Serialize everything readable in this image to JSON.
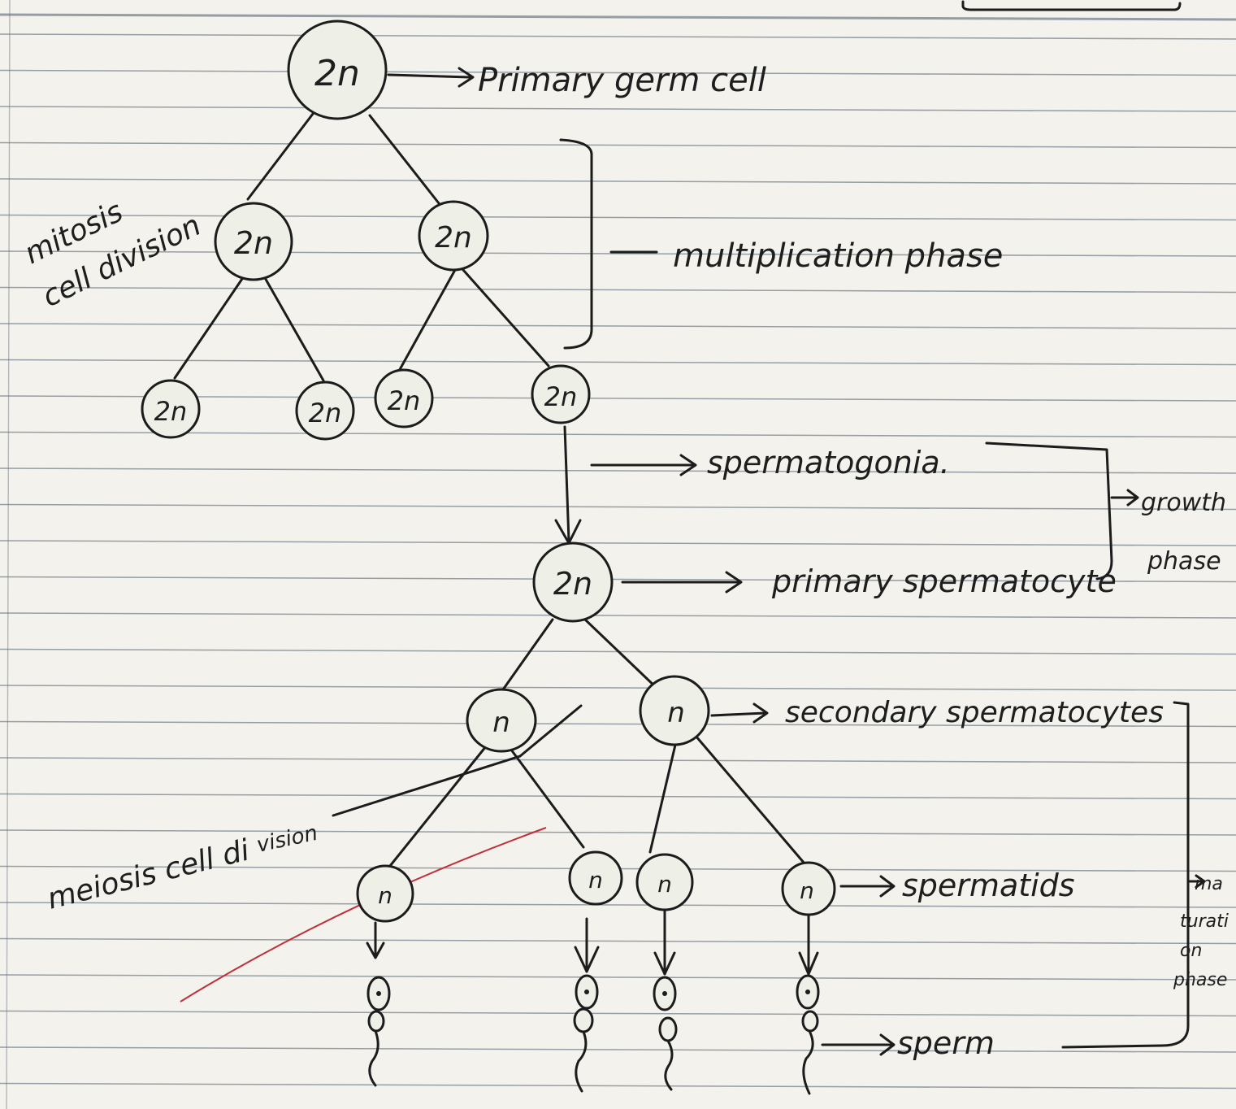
{
  "colors": {
    "paper": "#f4f2ed",
    "rule_line": "#6e7b86",
    "ink": "#1c1c1c",
    "red_pen": "#c0303a"
  },
  "cells": {
    "primary": "2n",
    "gen2_left": "2n",
    "gen2_right": "2n",
    "gen3_a": "2n",
    "gen3_b": "2n",
    "gen3_c": "2n",
    "gen3_d": "2n",
    "primary_spermatocyte": "2n",
    "secondary_left": "n",
    "secondary_right": "n",
    "spermatid_a": "n",
    "spermatid_b": "n",
    "spermatid_c": "n",
    "spermatid_d": "n"
  },
  "labels": {
    "primary_germ_cell": "Primary germ cell",
    "mitosis_line1": "mitosis",
    "mitosis_line2": "cell division",
    "multiplication_phase": "multiplication phase",
    "spermatogonia": "spermatogonia.",
    "primary_spermatocyte": "primary spermatocyte",
    "growth_line1": "growth",
    "growth_line2": "phase",
    "secondary_spermatocytes": "secondary spermatocytes",
    "meiosis_line1": "meiosis cell di",
    "meiosis_line2": "vision",
    "spermatids": "spermatids",
    "maturation_line1": "ma",
    "maturation_line2": "turati",
    "maturation_line3": "on",
    "maturation_line4": "phase",
    "sperm": "sperm"
  }
}
